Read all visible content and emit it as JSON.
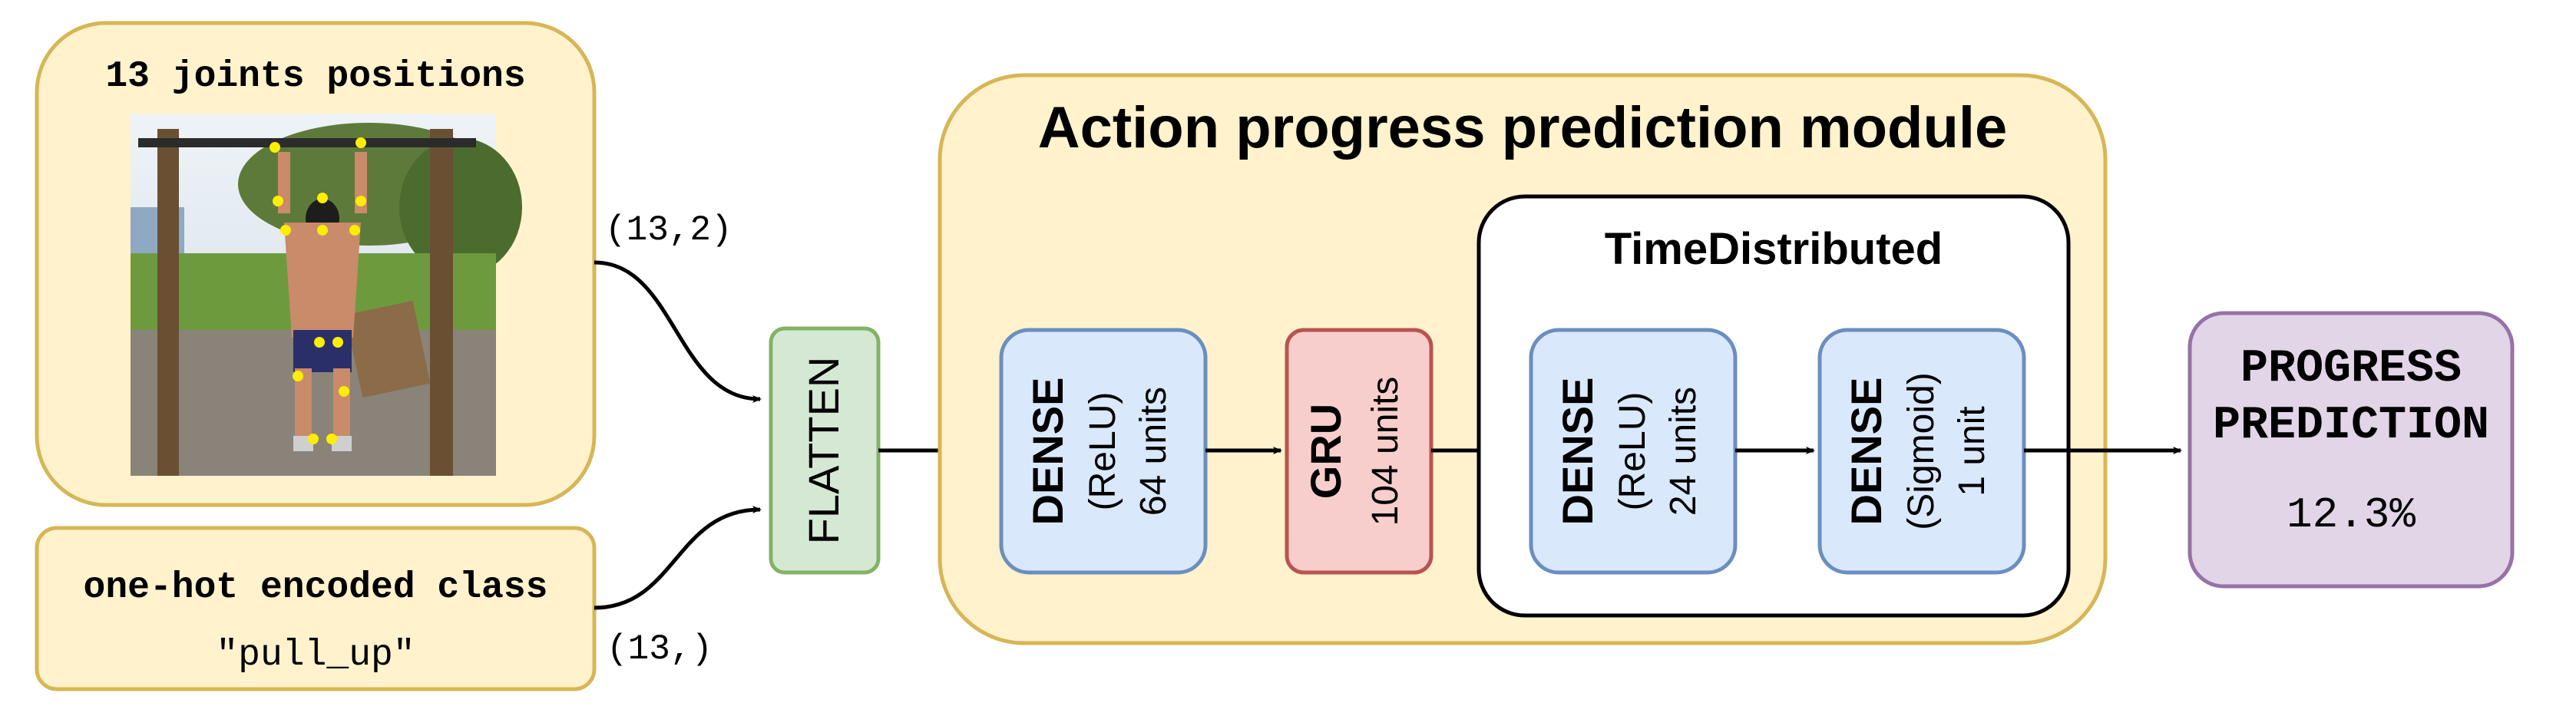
{
  "colors": {
    "input_fill": "#fff2cc",
    "input_stroke": "#d6b656",
    "flatten_fill": "#d5e8d4",
    "flatten_stroke": "#82b366",
    "dense_fill": "#dae8fc",
    "dense_stroke": "#6c8ebf",
    "gru_fill": "#f8cecc",
    "gru_stroke": "#b85450",
    "output_fill": "#e1d5e7",
    "output_stroke": "#9673a6"
  },
  "joints_box": {
    "title": "13 joints positions",
    "shape_label": "(13,2)"
  },
  "class_box": {
    "title": "one-hot encoded class",
    "value": "\"pull_up\"",
    "shape_label": "(13,)"
  },
  "flatten": {
    "label": "FLATTEN"
  },
  "module": {
    "title": "Action progress prediction module",
    "dense1": {
      "name": "DENSE",
      "activation": "(ReLU)",
      "units": "64 units"
    },
    "gru": {
      "name": "GRU",
      "units": "104 units"
    },
    "time_distributed": {
      "title": "TimeDistributed",
      "dense2": {
        "name": "DENSE",
        "activation": "(ReLU)",
        "units": "24 units"
      },
      "dense3": {
        "name": "DENSE",
        "activation": "(Sigmoid)",
        "units": "1 unit"
      }
    }
  },
  "output": {
    "line1": "PROGRESS",
    "line2": "PREDICTION",
    "value": "12.3%"
  }
}
